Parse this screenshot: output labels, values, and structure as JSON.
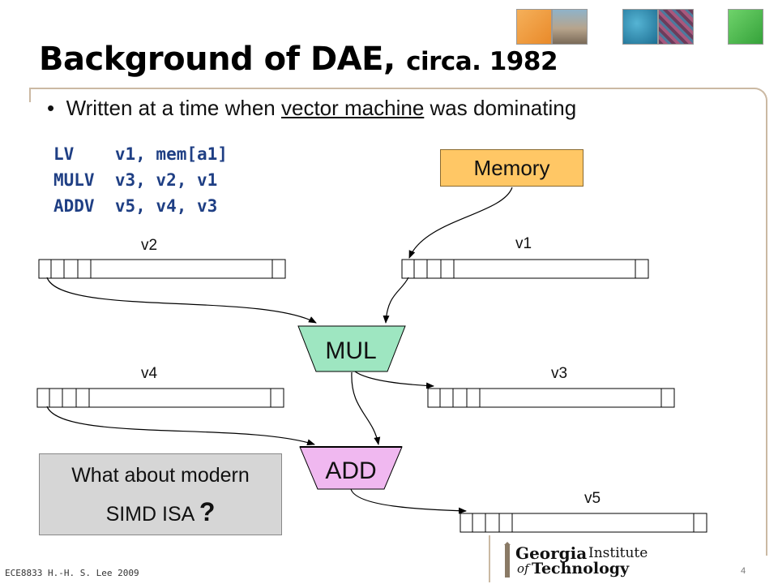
{
  "slide": {
    "title": "Background of DAE,",
    "title_suffix": "circa. 1982",
    "bullet_prefix": "Written at a time when ",
    "bullet_underlined": "vector machine",
    "bullet_suffix": " was dominating",
    "code_lines": [
      "LV    v1, mem[a1]",
      "MULV  v3, v2, v1",
      "ADDV  v5, v4, v3"
    ],
    "memory_label": "Memory",
    "vector_labels": {
      "v1": "v1",
      "v2": "v2",
      "v3": "v3",
      "v4": "v4",
      "v5": "v5"
    },
    "mul_label": "MUL",
    "add_label": "ADD",
    "callout_line1": "What about modern",
    "callout_line2": "SIMD ISA ",
    "callout_mark": "?",
    "footer": "ECE8833 H.-H. S. Lee 2009",
    "page_number": "4",
    "logo_word1": "Georgia",
    "logo_word2": "Institute",
    "logo_word3": "of",
    "logo_word4": "Technology"
  },
  "colors": {
    "memory_fill": "#ffc765",
    "mul_fill": "#9ee6c1",
    "add_fill": "#f0b8f0",
    "code_text": "#1f3f84",
    "callout_fill": "#d6d6d6",
    "frame_line": "#cbb9a3"
  },
  "icons": [
    "orange-photo-square",
    "campus-photo-square",
    "teal-photo-square",
    "circuit-photo-square",
    "green-square",
    "georgia-tech-logo"
  ]
}
